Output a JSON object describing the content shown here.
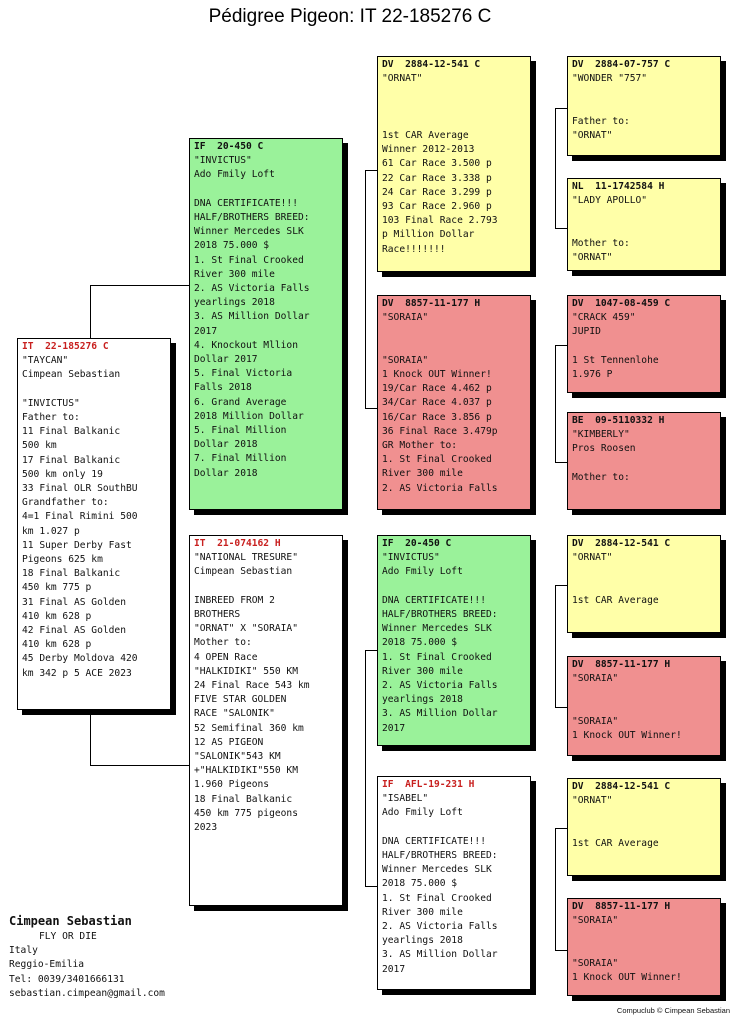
{
  "title": "Pédigree Pigeon: IT  22-185276 C",
  "cards": {
    "main": {
      "ring": "IT  22-185276 C",
      "lines": [
        "\"TAYCAN\"",
        "Cimpean Sebastian",
        "",
        "\"INVICTUS\"",
        "Father to:",
        "11 Final Balkanic",
        "500 km",
        "17 Final Balkanic",
        "500 km only 19",
        "33 Final OLR SouthBU",
        "Grandfather to:",
        "4=1 Final Rimini 500",
        "km 1.027 p",
        "11 Super Derby Fast",
        "Pigeons 625 km",
        "18 Final Balkanic",
        "450 km 775 p",
        "31 Final AS Golden",
        "410 km 628 p",
        "42 Final AS Golden",
        "410 km 628 p",
        "45 Derby Moldova 420",
        "km 342 p 5 ACE 2023"
      ]
    },
    "father": {
      "ring": "IF  20-450 C",
      "lines": [
        "\"INVICTUS\"",
        "Ado Fmily Loft",
        "",
        "DNA CERTIFICATE!!!",
        "HALF/BROTHERS BREED:",
        "Winner Mercedes SLK",
        "2018 75.000 $",
        "1. St Final Crooked",
        "River 300 mile",
        "2. AS Victoria Falls",
        "yearlings 2018",
        "3. AS Million Dollar",
        "2017",
        "4. Knockout Mllion",
        "Dollar 2017",
        "5. Final Victoria",
        "Falls 2018",
        "6. Grand Average",
        "2018 Million Dollar",
        "5. Final Million",
        "Dollar 2018",
        "7. Final Million",
        "Dollar 2018"
      ]
    },
    "mother": {
      "ring": "IT  21-074162 H",
      "lines": [
        "\"NATIONAL TRESURE\"",
        "Cimpean Sebastian",
        "",
        "INBREED FROM 2",
        "BROTHERS",
        "\"ORNAT\" X \"SORAIA\"",
        "Mother to:",
        "4 OPEN Race",
        "\"HALKIDIKI\" 550 KM",
        "24 Final Race 543 km",
        "FIVE STAR GOLDEN",
        "RACE \"SALONIK\"",
        "52 Semifinal 360 km",
        "12 AS PIGEON",
        "\"SALONIK\"543 KM",
        "+\"HALKIDIKI\"550 KM",
        "1.960 Pigeons",
        "18 Final Balkanic",
        "450 km 775 pigeons",
        "2023"
      ]
    },
    "ff": {
      "ring": "DV  2884-12-541 C",
      "lines": [
        "\"ORNAT\"",
        "",
        "",
        "",
        "1st CAR Average",
        "Winner 2012-2013",
        "61 Car Race 3.500 p",
        "22 Car Race 3.338 p",
        "24 Car Race 3.299 p",
        "93 Car Race 2.960 p",
        "103 Final Race 2.793",
        "p Million Dollar",
        "Race!!!!!!!"
      ]
    },
    "fm": {
      "ring": "DV  8857-11-177 H",
      "lines": [
        "\"SORAIA\"",
        "",
        "",
        "\"SORAIA\"",
        "1 Knock OUT Winner!",
        "19/Car Race 4.462 p",
        "34/Car Race 4.037 p",
        "16/Car Race 3.856 p",
        "36 Final Race 3.479p",
        "GR Mother to:",
        "1. St Final Crooked",
        "River 300 mile",
        "2. AS Victoria Falls"
      ]
    },
    "mf": {
      "ring": "IF  20-450 C",
      "lines": [
        "\"INVICTUS\"",
        "Ado Fmily Loft",
        "",
        "DNA CERTIFICATE!!!",
        "HALF/BROTHERS BREED:",
        "Winner Mercedes SLK",
        "2018 75.000 $",
        "1. St Final Crooked",
        "River 300 mile",
        "2. AS Victoria Falls",
        "yearlings 2018",
        "3. AS Million Dollar",
        "2017"
      ]
    },
    "mm": {
      "ring": "IF  AFL-19-231 H",
      "lines": [
        "\"ISABEL\"",
        "Ado Fmily Loft",
        "",
        "DNA CERTIFICATE!!!",
        "HALF/BROTHERS BREED:",
        "Winner Mercedes SLK",
        "2018 75.000 $",
        "1. St Final Crooked",
        "River 300 mile",
        "2. AS Victoria Falls",
        "yearlings 2018",
        "3. AS Million Dollar",
        "2017"
      ]
    },
    "fff": {
      "ring": "DV  2884-07-757 C",
      "lines": [
        "\"WONDER \"757\"",
        "",
        "",
        "Father to:",
        "\"ORNAT\""
      ]
    },
    "ffm": {
      "ring": "NL  11-1742584 H",
      "lines": [
        "\"LADY APOLLO\"",
        "",
        "",
        "Mother to:",
        "\"ORNAT\""
      ]
    },
    "fmf": {
      "ring": "DV  1047-08-459 C",
      "lines": [
        "\"CRACK 459\"",
        "JUPID",
        "",
        "1 St Tennenlohe",
        "1.976 P"
      ]
    },
    "fmm": {
      "ring": "BE  09-5110332 H",
      "lines": [
        "\"KIMBERLY\"",
        "Pros Roosen",
        "",
        "Mother to:"
      ]
    },
    "mff": {
      "ring": "DV  2884-12-541 C",
      "lines": [
        "\"ORNAT\"",
        "",
        "",
        "1st CAR Average"
      ]
    },
    "mfm": {
      "ring": "DV  8857-11-177 H",
      "lines": [
        "\"SORAIA\"",
        "",
        "",
        "\"SORAIA\"",
        "1 Knock OUT Winner!"
      ]
    },
    "mmf": {
      "ring": "DV  2884-12-541 C",
      "lines": [
        "\"ORNAT\"",
        "",
        "",
        "1st CAR Average"
      ]
    },
    "mmm": {
      "ring": "DV  8857-11-177 H",
      "lines": [
        "\"SORAIA\"",
        "",
        "",
        "\"SORAIA\"",
        "1 Knock OUT Winner!"
      ]
    }
  },
  "owner": {
    "name": "Cimpean Sebastian",
    "motto": "FLY OR DIE",
    "country": "Italy",
    "city": "Reggio-Emilia",
    "tel": "Tel: 0039/3401666131",
    "email": "sebastian.cimpean@gmail.com"
  },
  "footer": "Compuclub © Cimpean Sebastian",
  "colors": {
    "green": "#9af29a",
    "yellow": "#ffffa8",
    "red": "#f09090",
    "white": "#ffffff",
    "ring_red": "#c8201f"
  }
}
